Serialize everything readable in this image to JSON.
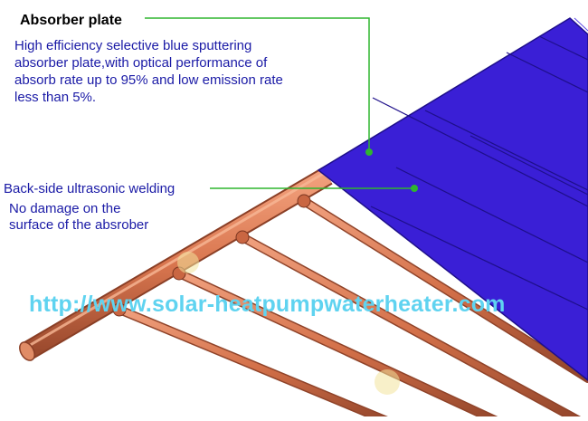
{
  "absorber": {
    "title": "Absorber plate",
    "description_lines": [
      "High efficiency selective blue sputtering",
      "absorber plate,with optical performance of",
      "absorb rate up to 95% and low emission rate",
      "less than 5%."
    ]
  },
  "welding": {
    "title": "Back-side ultrasonic welding",
    "description_lines": [
      "No damage on the",
      "surface of the absrober"
    ]
  },
  "watermark": "http://www.solar-heatpumpwaterheater.com",
  "colors": {
    "plate": "#3a1fd6",
    "plate_line": "#1e0f8a",
    "copper": "#d9764f",
    "copper_dark": "#9b4a2e",
    "leader": "#2fb52f",
    "text": "#1a1aa6",
    "watermark": "#5fd3f0"
  }
}
